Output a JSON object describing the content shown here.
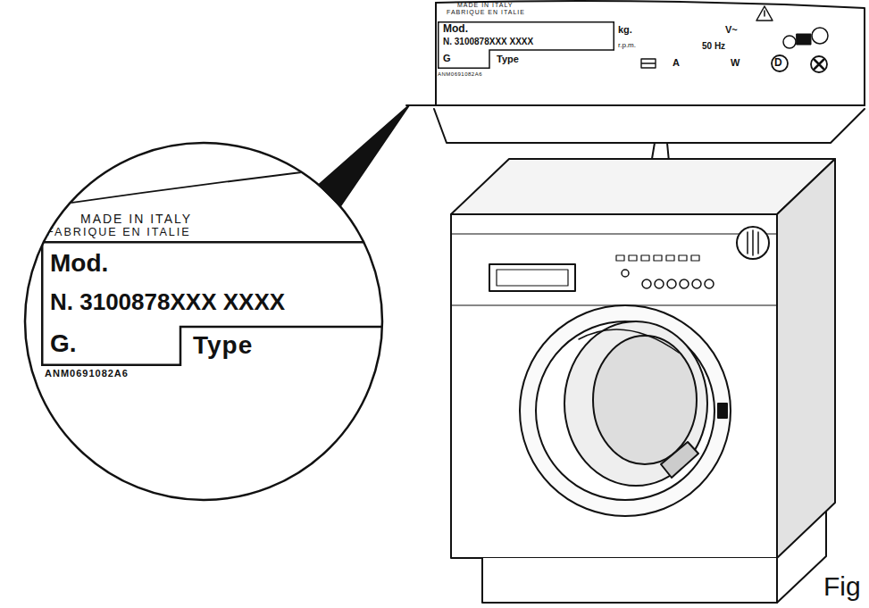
{
  "diagram": {
    "nodes": [
      {
        "text": [
          "MADE IN ITALY",
          "FABRIQUE EN ITALIE",
          "kg.",
          "V~",
          "r.p.m.",
          "50 Hz",
          "A",
          "W",
          "ANM0691082A6"
        ]
      },
      {
        "text": [
          "Mod.",
          "N. 3100878XXX XXXX",
          "G",
          "Type"
        ],
        "in": 0
      },
      {
        "text": [
          "MADE IN ITALY",
          "FABRIQUE EN ITALIE",
          "ANM0691082A6"
        ]
      },
      {
        "text": [
          "Mod.",
          "N. 3100878XXX XXXX",
          "G.",
          "Type"
        ],
        "in": 2
      }
    ],
    "labels": [
      "D",
      "Fig"
    ]
  }
}
